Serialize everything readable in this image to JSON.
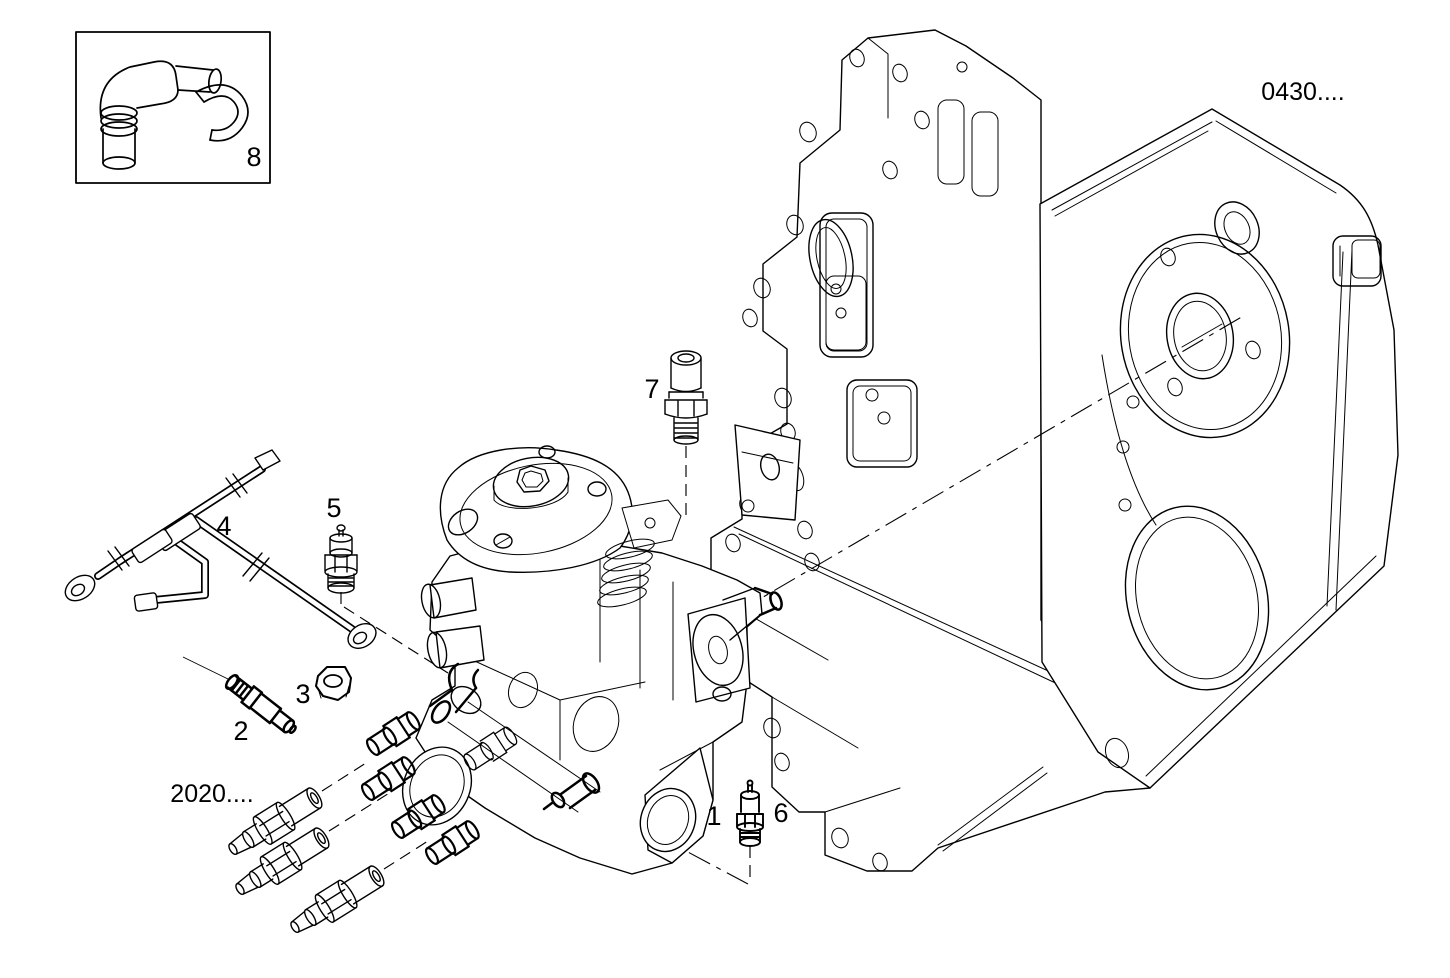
{
  "page": {
    "background_color": "#ffffff",
    "line_color": "#000000",
    "text_color": "#000000"
  },
  "figure": {
    "type": "exploded-parts-diagram",
    "description": "Fuel injection pump with valves, sensor, wiring harness and unions, shown against engine timing gear housing",
    "reference_labels": [
      {
        "id": "timing-housing-ref",
        "text": "0430...."
      },
      {
        "id": "injection-lines-ref",
        "text": "2020...."
      }
    ],
    "callouts": [
      {
        "number": "1",
        "part": "fuel-injection-pump"
      },
      {
        "number": "2",
        "part": "sensor-with-connector"
      },
      {
        "number": "3",
        "part": "hex-nut"
      },
      {
        "number": "4",
        "part": "wiring-harness"
      },
      {
        "number": "5",
        "part": "overflow-valve"
      },
      {
        "number": "6",
        "part": "bleed-valve"
      },
      {
        "number": "7",
        "part": "pressure-valve"
      },
      {
        "number": "8",
        "part": "elbow-union-with-retaining-clip"
      }
    ]
  }
}
